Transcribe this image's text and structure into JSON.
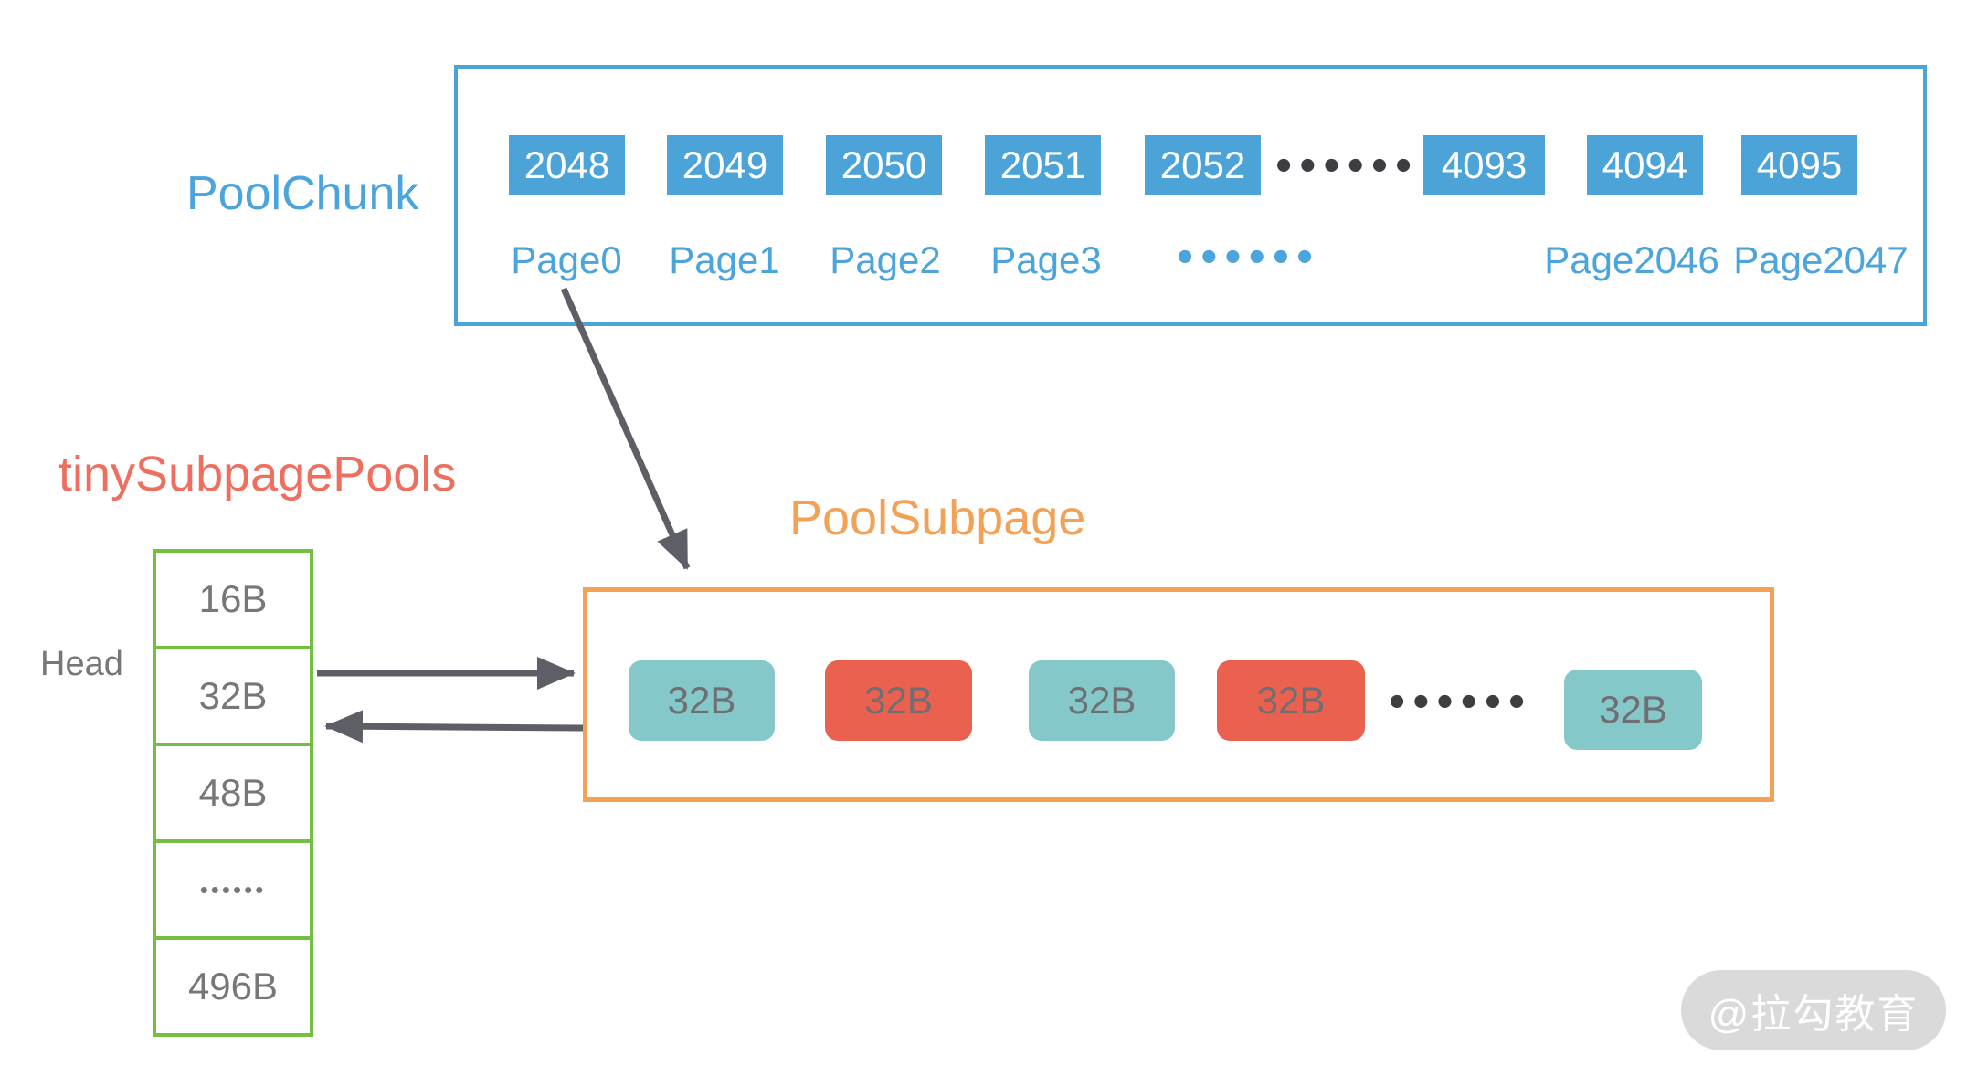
{
  "pool_chunk": {
    "title": "PoolChunk",
    "cells": [
      "2048",
      "2049",
      "2050",
      "2051",
      "2052",
      "4093",
      "4094",
      "4095"
    ],
    "cells_ellipsis": "••••••",
    "pages": [
      "Page0",
      "Page1",
      "Page2",
      "Page3",
      "Page2046",
      "Page2047"
    ],
    "pages_ellipsis": "••••••"
  },
  "tiny_subpage_pools": {
    "title": "tinySubpagePools",
    "head_label": "Head",
    "rows": [
      "16B",
      "32B",
      "48B",
      "••••••",
      "496B"
    ]
  },
  "pool_subpage": {
    "title": "PoolSubpage",
    "cells": [
      {
        "label": "32B",
        "state": "free"
      },
      {
        "label": "32B",
        "state": "allocated"
      },
      {
        "label": "32B",
        "state": "free"
      },
      {
        "label": "32B",
        "state": "allocated"
      },
      {
        "label": "32B",
        "state": "free"
      }
    ],
    "cells_ellipsis": "••••••"
  },
  "watermark": {
    "text": "@拉勾教育"
  },
  "colors": {
    "blue": "#4BA3D8",
    "blue_text": "#4BA4DC",
    "green_border": "#76BE43",
    "red_title": "#EE6F5F",
    "orange": "#F2A155",
    "teal_cell": "#85C8CA",
    "red_cell": "#EB6150",
    "gray_text": "#77777A",
    "arrow_gray": "#5E5E66",
    "dark_dots": "#3E3E42",
    "watermark_bg": "#DADADA"
  }
}
